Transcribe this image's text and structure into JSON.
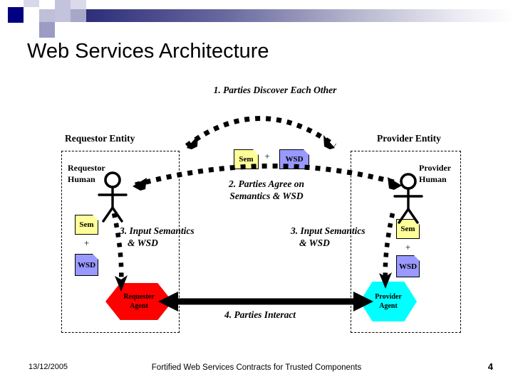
{
  "slide": {
    "title": "Web Services Architecture",
    "page_number": "4"
  },
  "decoration": {
    "header_gradient_from": "#1b1b6e",
    "header_gradient_to": "#ffffff",
    "accent_square": "#000080"
  },
  "diagram": {
    "steps": {
      "step1": "1. Parties Discover Each Other",
      "step2_line1": "2. Parties Agree on",
      "step2_line2": "Semantics & WSD",
      "step3_left_line1": "3. Input Semantics",
      "step3_left_line2": "& WSD",
      "step3_right_line1": "3. Input Semantics",
      "step3_right_line2": "& WSD",
      "step4": "4. Parties Interact"
    },
    "entities": {
      "requestor_entity": "Requestor Entity",
      "provider_entity": "Provider Entity"
    },
    "actors": {
      "requestor_human_line1": "Requestor",
      "requestor_human_line2": "Human",
      "provider_human_line1": "Provider",
      "provider_human_line2": "Human"
    },
    "agents": {
      "requester_agent_line1": "Requester",
      "requester_agent_line2": "Agent",
      "requester_agent_color": "#ff0000",
      "provider_agent_line1": "Provider",
      "provider_agent_line2": "Agent",
      "provider_agent_color": "#00ffff"
    },
    "artifacts": {
      "sem_label": "Sem",
      "wsd_label": "WSD",
      "plus_label": "+",
      "sem_color": "#ffff99",
      "wsd_color": "#9999ff"
    }
  },
  "footer": {
    "date": "13/12/2005",
    "center": "Fortified Web Services Contracts for Trusted Components",
    "page": "4"
  }
}
